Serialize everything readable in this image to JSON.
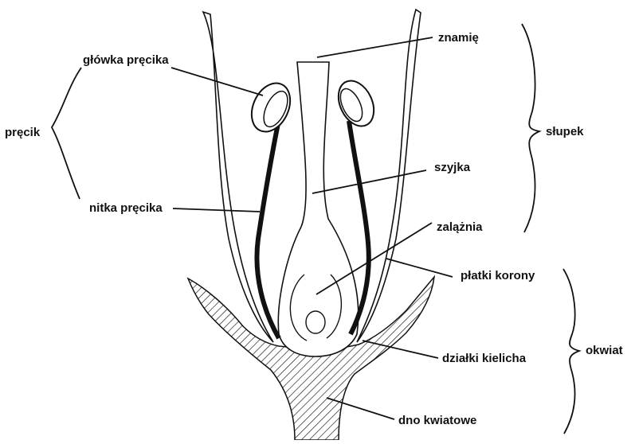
{
  "diagram": {
    "labels": {
      "glowka_precika": "główka pręcika",
      "znamie": "znamię",
      "precik": "pręcik",
      "slupek": "słupek",
      "szyjka": "szyjka",
      "nitka_precika": "nitka pręcika",
      "zalaznia": "zalążnia",
      "platki_korony": "płatki korony",
      "okwiat": "okwiat",
      "dzialki_kielicha": "działki kielicha",
      "dno_kwiatowe": "dno kwiatowe"
    },
    "colors": {
      "ink": "#111111",
      "background": "#ffffff"
    }
  }
}
